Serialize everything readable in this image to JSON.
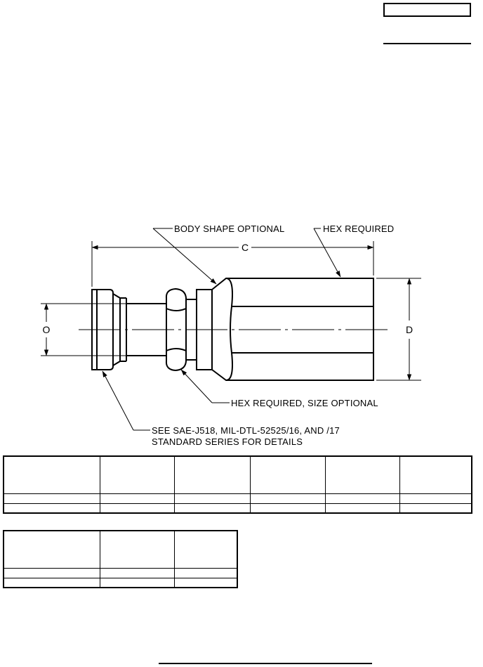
{
  "drawing": {
    "callout_body_shape": "BODY SHAPE OPTIONAL",
    "callout_hex_required": "HEX REQUIRED",
    "callout_hex_size": "HEX REQUIRED, SIZE OPTIONAL",
    "callout_see_line1": "SEE SAE-J518, MIL-DTL-52525/16, AND /17",
    "callout_see_line2": "STANDARD SERIES FOR DETAILS",
    "dim_c": "C",
    "dim_o": "O",
    "dim_d": "D"
  },
  "table1": {
    "columns": 6,
    "rows": 2
  },
  "table2": {
    "columns": 3,
    "rows": 2
  }
}
